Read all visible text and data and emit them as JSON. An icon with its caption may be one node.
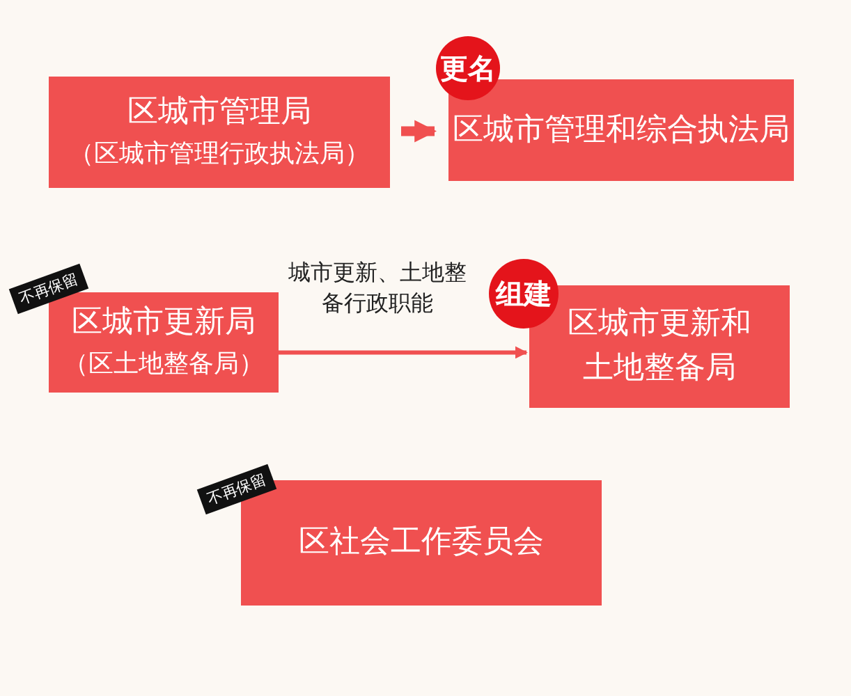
{
  "diagram": {
    "nodes": [
      {
        "text": [
          "区城市管理局",
          "（区城市管理行政执法局）"
        ]
      },
      {
        "text": [
          "区城市管理和综合执法局"
        ],
        "beside": [
          "更名"
        ]
      },
      {
        "text": [
          "区城市更新局",
          "（区土地整备局）"
        ],
        "beside": [
          "不再保留"
        ]
      },
      {
        "text": [
          "区城市更新和土地整备局"
        ],
        "beside": [
          "组建"
        ]
      },
      {
        "text": [
          "区社会工作委员会"
        ],
        "beside": [
          "不再保留"
        ]
      }
    ],
    "edges": [
      {
        "from": 0,
        "to": 1,
        "arrow": "to",
        "style": "thick"
      },
      {
        "from": 2,
        "to": 3,
        "arrow": "to",
        "label": "城市更新、土地整备行政职能"
      }
    ]
  }
}
